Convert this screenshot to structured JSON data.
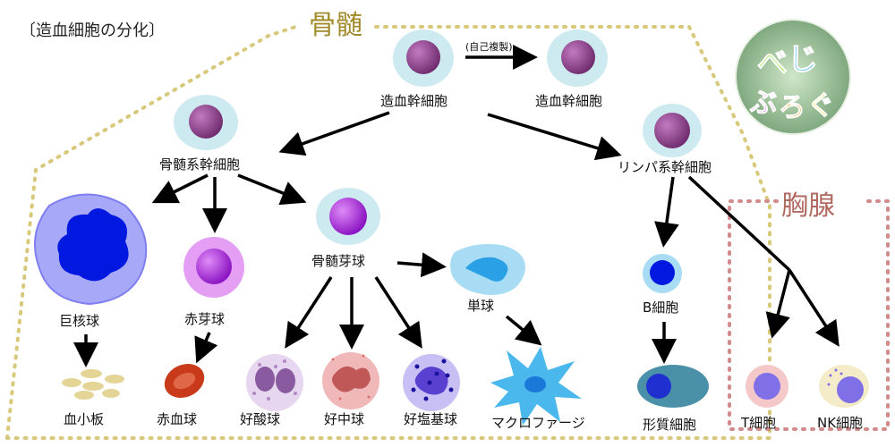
{
  "title": "〔造血細胞の分化〕",
  "regions": {
    "bone_marrow": "骨髄",
    "thymus": "胸腺"
  },
  "logo_text": "べじぶろぐ",
  "self_renewal_label": "(自己複製)",
  "cells": {
    "hsc": "造血幹細胞",
    "hsc_copy": "造血幹細胞",
    "myeloid_stem": "骨髄系幹細胞",
    "lymphoid_stem": "リンパ系幹細胞",
    "megakaryocyte": "巨核球",
    "erythroblast": "赤芽球",
    "myeloblast": "骨髄芽球",
    "monocyte": "単球",
    "b_cell": "B細胞",
    "platelets": "血小板",
    "rbc": "赤血球",
    "eosinophil": "好酸球",
    "neutrophil": "好中球",
    "basophil": "好塩基球",
    "macrophage": "マクロファージ",
    "plasma_cell": "形質細胞",
    "t_cell": "T細胞",
    "nk_cell": "NK細胞"
  },
  "colors": {
    "bone_marrow_border": "#d8c87a",
    "thymus_border": "#d48a8a",
    "stem_nucleus": "#8a3a88",
    "stem_halo": "#cdeaf0",
    "blast_nucleus": "#b020e0",
    "megakaryocyte_nucleus": "#0018e0",
    "megakaryocyte_body": "#a8a8f8",
    "erythroblast_body": "#e49ef4",
    "monocyte_body": "#a8dcf4",
    "macrophage_body": "#4ab8ec",
    "b_cell_nucleus": "#0018e0",
    "rbc": "#c83a1a",
    "platelet": "#e4d496",
    "plasma_body": "#4a90a8",
    "t_cell_body": "#f4c8c8",
    "nk_cell_body": "#f4ecc8",
    "lymph_nucleus": "#8070e8"
  }
}
